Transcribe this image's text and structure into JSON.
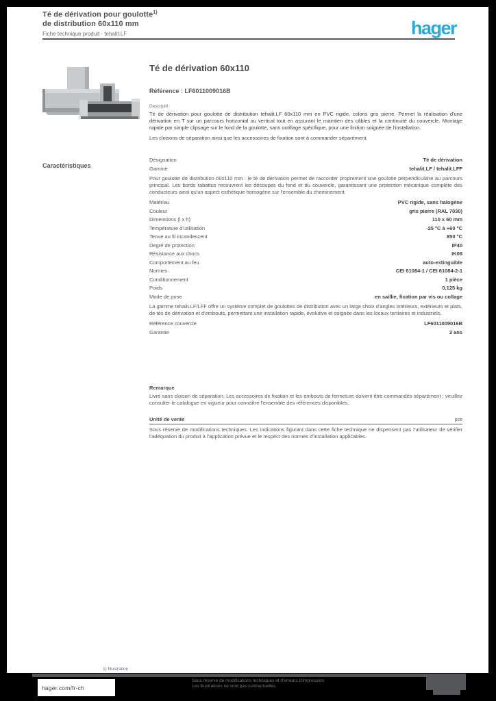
{
  "header": {
    "title_line1": "Té de dérivation pour goulotte",
    "title_sup": "1)",
    "title_line2": "de distribution 60x110 mm",
    "title_line3": "Fiche technique produit · tehalit.LF",
    "logo_text": "hager",
    "logo_color": "#29a8dc"
  },
  "sidebar": {
    "section_label": "Caractéristiques"
  },
  "main": {
    "heading": "Té de dérivation 60x110",
    "reference_line": "Référence : LF6011009016B",
    "small_note": "Descriptif :",
    "description": "Té de dérivation pour goulotte de distribution tehalit.LF 60x110 mm en PVC rigide, coloris gris pierre. Permet la réalisation d'une dérivation en T sur un parcours horizontal ou vertical tout en assurant le maintien des câbles et la continuité du couvercle. Montage rapide par simple clipsage sur le fond de la goulotte, sans outillage spécifique, pour une finition soignée de l'installation.",
    "description_line2": "Les cloisons de séparation ainsi que les accessoires de fixation sont à commander séparément."
  },
  "characteristics": {
    "rows": [
      {
        "name": "Désignation",
        "value": "Té de dérivation"
      },
      {
        "name": "Gamme",
        "value": "tehalit.LF / tehalit.LFF"
      },
      {
        "name": "Matériau",
        "value": "PVC rigide, sans halogène"
      },
      {
        "name": "Couleur",
        "value": "gris pierre (RAL 7030)"
      },
      {
        "name": "Dimensions (l x h)",
        "value": "110 x 60 mm"
      },
      {
        "name": "Température d'utilisation",
        "value": "-25 °C à +60 °C"
      },
      {
        "name": "Tenue au fil incandescent",
        "value": "850 °C"
      },
      {
        "name": "Degré de protection",
        "value": "IP40"
      },
      {
        "name": "Résistance aux chocs",
        "value": "IK08"
      },
      {
        "name": "Comportement au feu",
        "value": "auto-extinguible"
      },
      {
        "name": "Normes",
        "value": "CEI 61084-1 / CEI 61084-2-1"
      },
      {
        "name": "Conditionnement",
        "value": "1 pièce"
      },
      {
        "name": "Poids",
        "value": "0,125 kg"
      },
      {
        "name": "Mode de pose",
        "value": "en saillie, fixation par vis ou collage"
      },
      {
        "name": "Référence couvercle",
        "value": "LF6011009016B"
      },
      {
        "name": "Garantie",
        "value": "2 ans"
      }
    ],
    "para1": "Pour goulotte de distribution 60x110 mm : le té de dérivation permet de raccorder proprement une goulotte perpendiculaire au parcours principal. Les bords rabattus recouvrent les découpes du fond et du couvercle, garantissant une protection mécanique complète des conducteurs ainsi qu'un aspect esthétique homogène sur l'ensemble du cheminement.",
    "para2": "La gamme tehalit.LF/LFF offre un système complet de goulottes de distribution avec un large choix d'angles intérieurs, extérieurs et plats, de tés de dérivation et d'embouts, permettant une installation rapide, évolutive et soignée dans les locaux tertiaires et industriels."
  },
  "notes": {
    "label": "Remarque",
    "text": "Livré sans cloison de séparation. Les accessoires de fixation et les embouts de fermeture doivent être commandés séparément ; veuillez consulter le catalogue en vigueur pour connaître l'ensemble des références disponibles."
  },
  "sales": {
    "label": "Unité de vente",
    "value": "pce",
    "text": "Sous réserve de modifications techniques. Les indications figurant dans cette fiche technique ne dispensent pas l'utilisateur de vérifier l'adéquation du produit à l'application prévue et le respect des normes d'installation applicables."
  },
  "footnote": "1) Illustration",
  "footer": {
    "url": "hager.com/fr-ch",
    "legal_line1": "Sous réserve de modifications techniques et d'erreurs d'impression.",
    "legal_line2": "Les illustrations ne sont pas contractuelles."
  }
}
